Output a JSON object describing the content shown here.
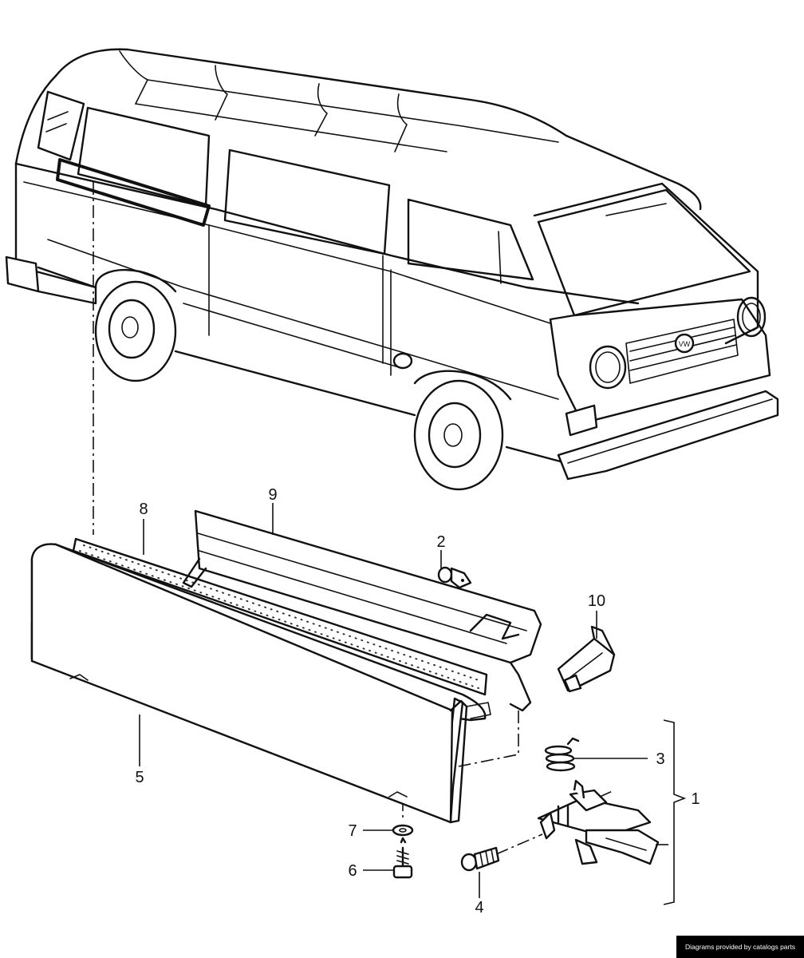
{
  "callouts": {
    "c1": "1",
    "c2": "2",
    "c3": "3",
    "c4": "4",
    "c5": "5",
    "c6": "6",
    "c7": "7",
    "c8": "8",
    "c9": "9",
    "c10": "10"
  },
  "badge": "VW",
  "credit": "Diagrams provided by catalogs parts"
}
